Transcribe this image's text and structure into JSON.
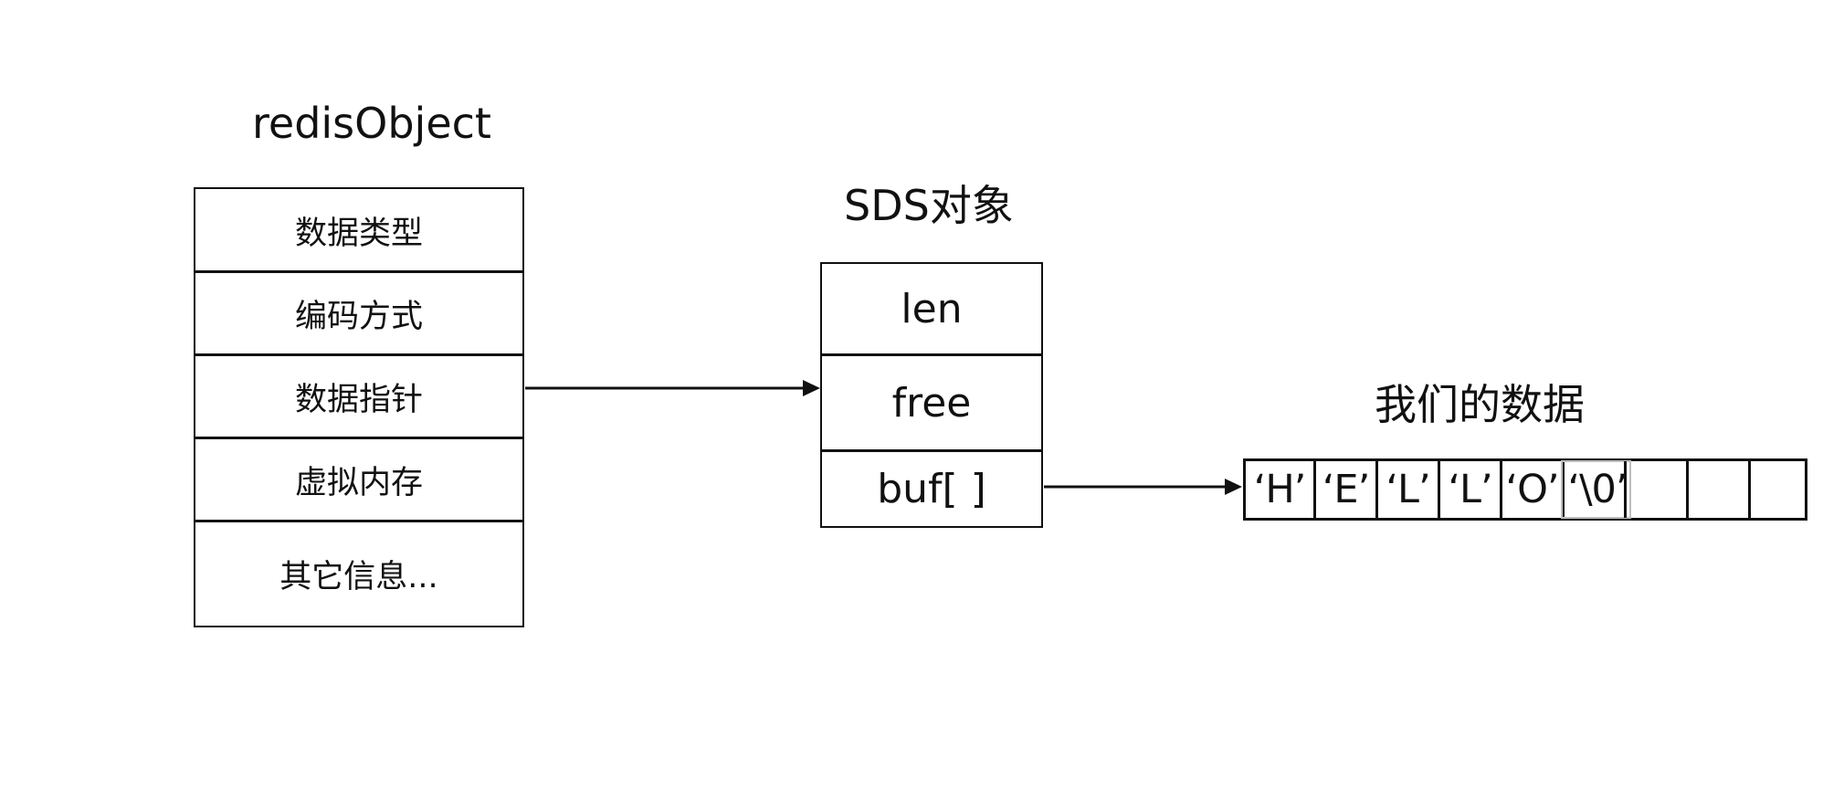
{
  "redis_object": {
    "title": "redisObject",
    "rows": [
      "数据类型",
      "编码方式",
      "数据指针",
      "虚拟内存",
      "其它信息..."
    ]
  },
  "sds_object": {
    "title": "SDS对象",
    "rows": [
      "len",
      "free",
      "buf[ ]"
    ]
  },
  "char_array": {
    "title": "我们的数据",
    "cells": [
      "‘H’",
      "‘E’",
      "‘L’",
      "‘L’",
      "‘O’",
      "‘\\0’",
      "",
      "",
      ""
    ]
  }
}
